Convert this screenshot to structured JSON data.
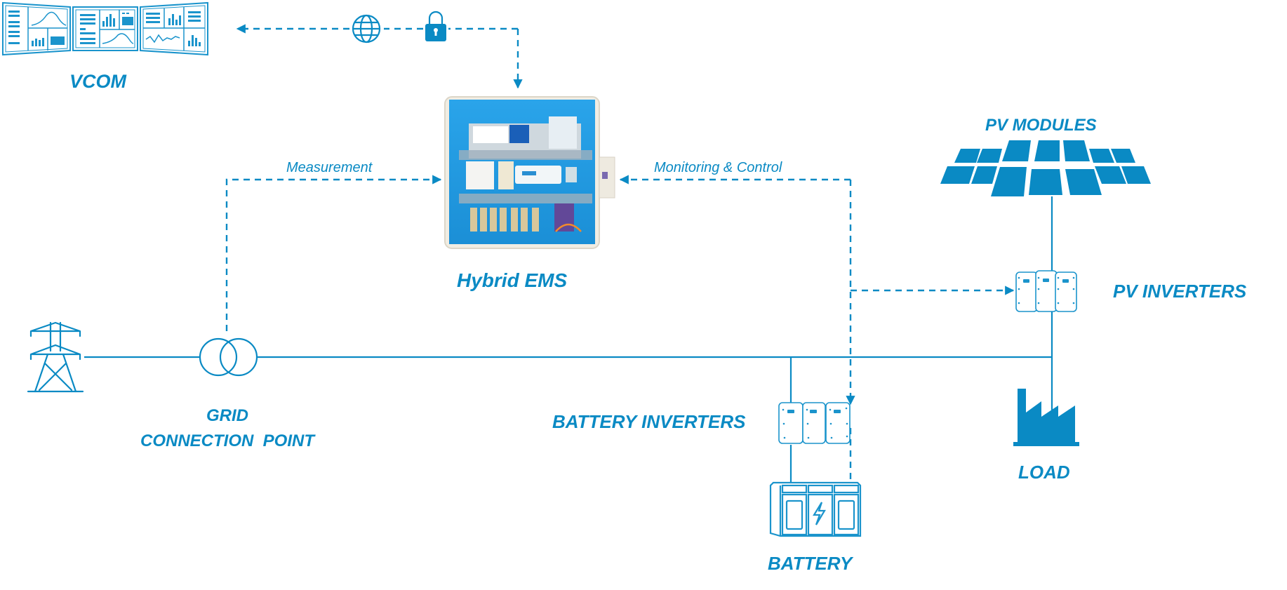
{
  "diagram": {
    "title": "Hybrid EMS system overview",
    "accent_color": "#0a8ac4",
    "nodes": {
      "vcom": {
        "label": "VCOM",
        "icon": "dashboard-monitors-icon"
      },
      "hybrid_ems": {
        "label": "Hybrid EMS",
        "icon": "control-cabinet-image"
      },
      "pv_modules": {
        "label": "PV MODULES",
        "icon": "solar-panel-icon"
      },
      "pv_inverters": {
        "label": "PV INVERTERS",
        "icon": "inverter-icon"
      },
      "grid": {
        "label_line1": "GRID",
        "label_line2": "CONNECTION  POINT",
        "icon": "power-pylon-icon"
      },
      "transformer": {
        "icon": "transformer-icon"
      },
      "battery_inverters": {
        "label": "BATTERY INVERTERS",
        "icon": "inverter-icon"
      },
      "battery": {
        "label": "BATTERY",
        "icon": "battery-storage-icon"
      },
      "load": {
        "label": "LOAD",
        "icon": "factory-icon"
      }
    },
    "edges": {
      "measurement": {
        "label": "Measurement",
        "style": "dashed",
        "from": "grid",
        "to": "hybrid_ems"
      },
      "monitoring_control": {
        "label": "Monitoring & Control",
        "style": "dashed",
        "from": "hybrid_ems",
        "to": [
          "pv_inverters",
          "battery_inverters"
        ]
      },
      "cloud_link": {
        "style": "dashed",
        "from": "hybrid_ems",
        "to": "vcom",
        "via_icons": [
          "globe-icon",
          "lock-icon"
        ]
      },
      "ac_bus": {
        "style": "solid",
        "connects": [
          "grid",
          "transformer",
          "battery_inverters",
          "pv_inverters",
          "load"
        ]
      }
    }
  }
}
